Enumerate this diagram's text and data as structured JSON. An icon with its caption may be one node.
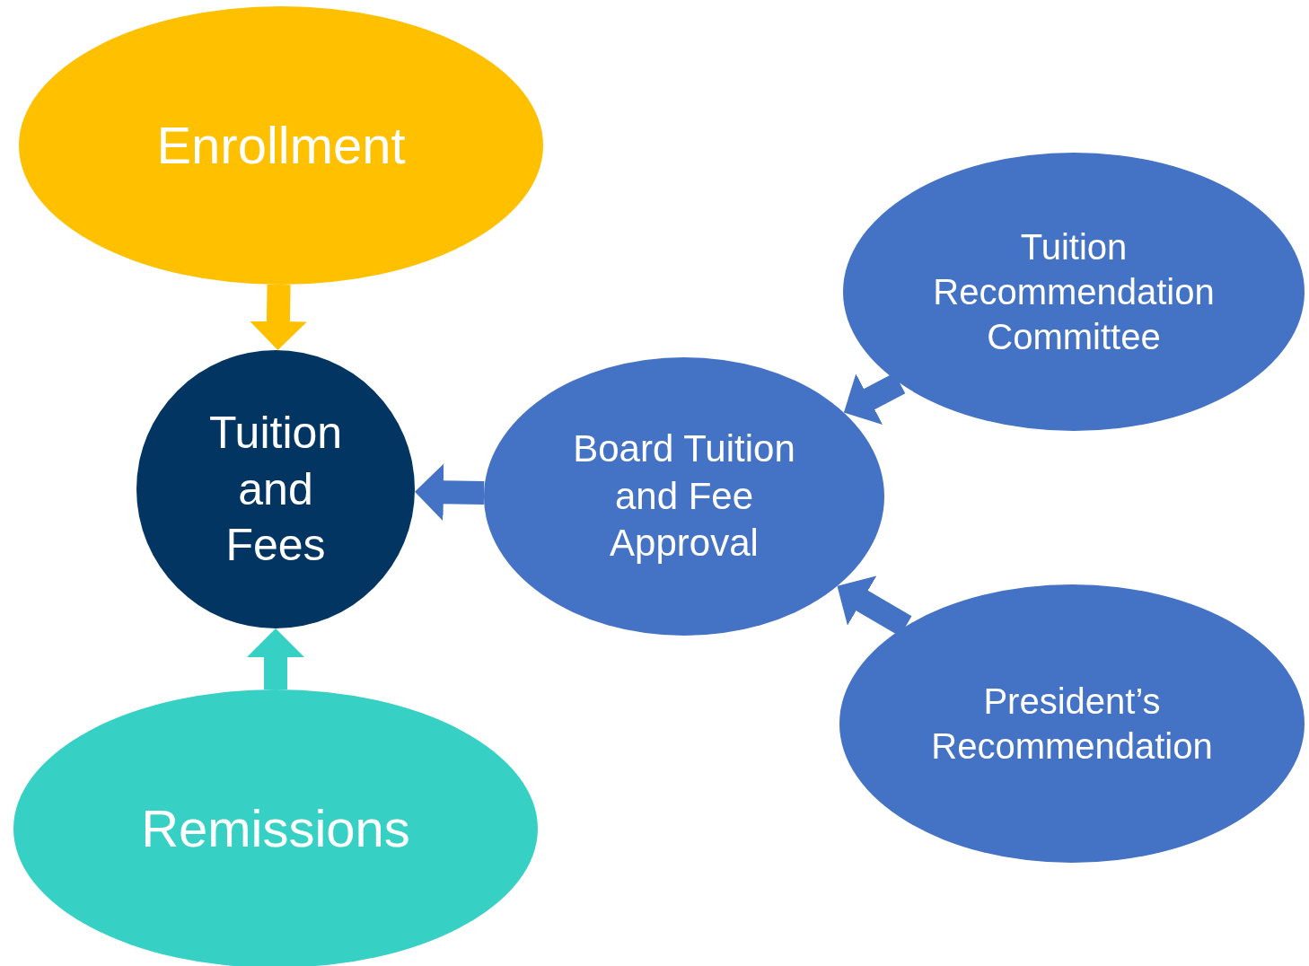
{
  "diagram": {
    "nodes": [
      {
        "text": [
          "Enrollment"
        ]
      },
      {
        "text": [
          "Tuition and Fees"
        ]
      },
      {
        "text": [
          "Board Tuition and Fee Approval"
        ]
      },
      {
        "text": [
          "Tuition Recommendation Committee"
        ]
      },
      {
        "text": [
          "President’s Recommendation"
        ]
      },
      {
        "text": [
          "Remissions"
        ]
      }
    ],
    "edges": [
      {
        "from": 0,
        "to": 1,
        "arrow": "to",
        "color": "#ffc000"
      },
      {
        "from": 5,
        "to": 1,
        "arrow": "to",
        "color": "#36d1c4"
      },
      {
        "from": 2,
        "to": 1,
        "arrow": "to"
      },
      {
        "from": 3,
        "to": 2,
        "arrow": "to"
      },
      {
        "from": 4,
        "to": 2,
        "arrow": "to"
      }
    ]
  }
}
